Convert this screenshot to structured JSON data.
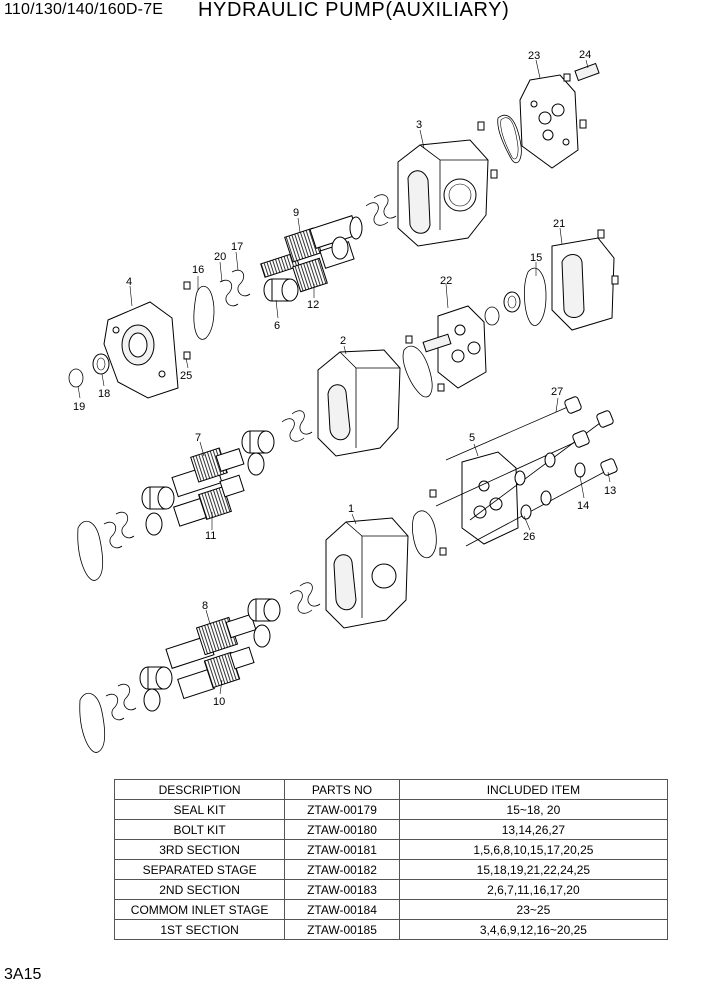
{
  "header": {
    "model": "110/130/140/160D-7E",
    "title": "HYDRAULIC PUMP(AUXILIARY)"
  },
  "footer": {
    "page_ref": "3A15"
  },
  "callouts": {
    "n1": "1",
    "n2": "2",
    "n3": "3",
    "n4": "4",
    "n5": "5",
    "n6": "6",
    "n7": "7",
    "n8": "8",
    "n9": "9",
    "n10": "10",
    "n11": "11",
    "n12": "12",
    "n13": "13",
    "n14": "14",
    "n15": "15",
    "n16": "16",
    "n17": "17",
    "n18": "18",
    "n19": "19",
    "n20": "20",
    "n21": "21",
    "n22": "22",
    "n23": "23",
    "n24": "24",
    "n25": "25",
    "n26": "26",
    "n27": "27"
  },
  "parts_table": {
    "headers": [
      "DESCRIPTION",
      "PARTS NO",
      "INCLUDED ITEM"
    ],
    "rows": [
      [
        "SEAL KIT",
        "ZTAW-00179",
        "15~18, 20"
      ],
      [
        "BOLT KIT",
        "ZTAW-00180",
        "13,14,26,27"
      ],
      [
        "3RD SECTION",
        "ZTAW-00181",
        "1,5,6,8,10,15,17,20,25"
      ],
      [
        "SEPARATED STAGE",
        "ZTAW-00182",
        "15,18,19,21,22,24,25"
      ],
      [
        "2ND SECTION",
        "ZTAW-00183",
        "2,6,7,11,16,17,20"
      ],
      [
        "COMMOM INLET STAGE",
        "ZTAW-00184",
        "23~25"
      ],
      [
        "1ST SECTION",
        "ZTAW-00185",
        "3,4,6,9,12,16~20,25"
      ]
    ]
  }
}
